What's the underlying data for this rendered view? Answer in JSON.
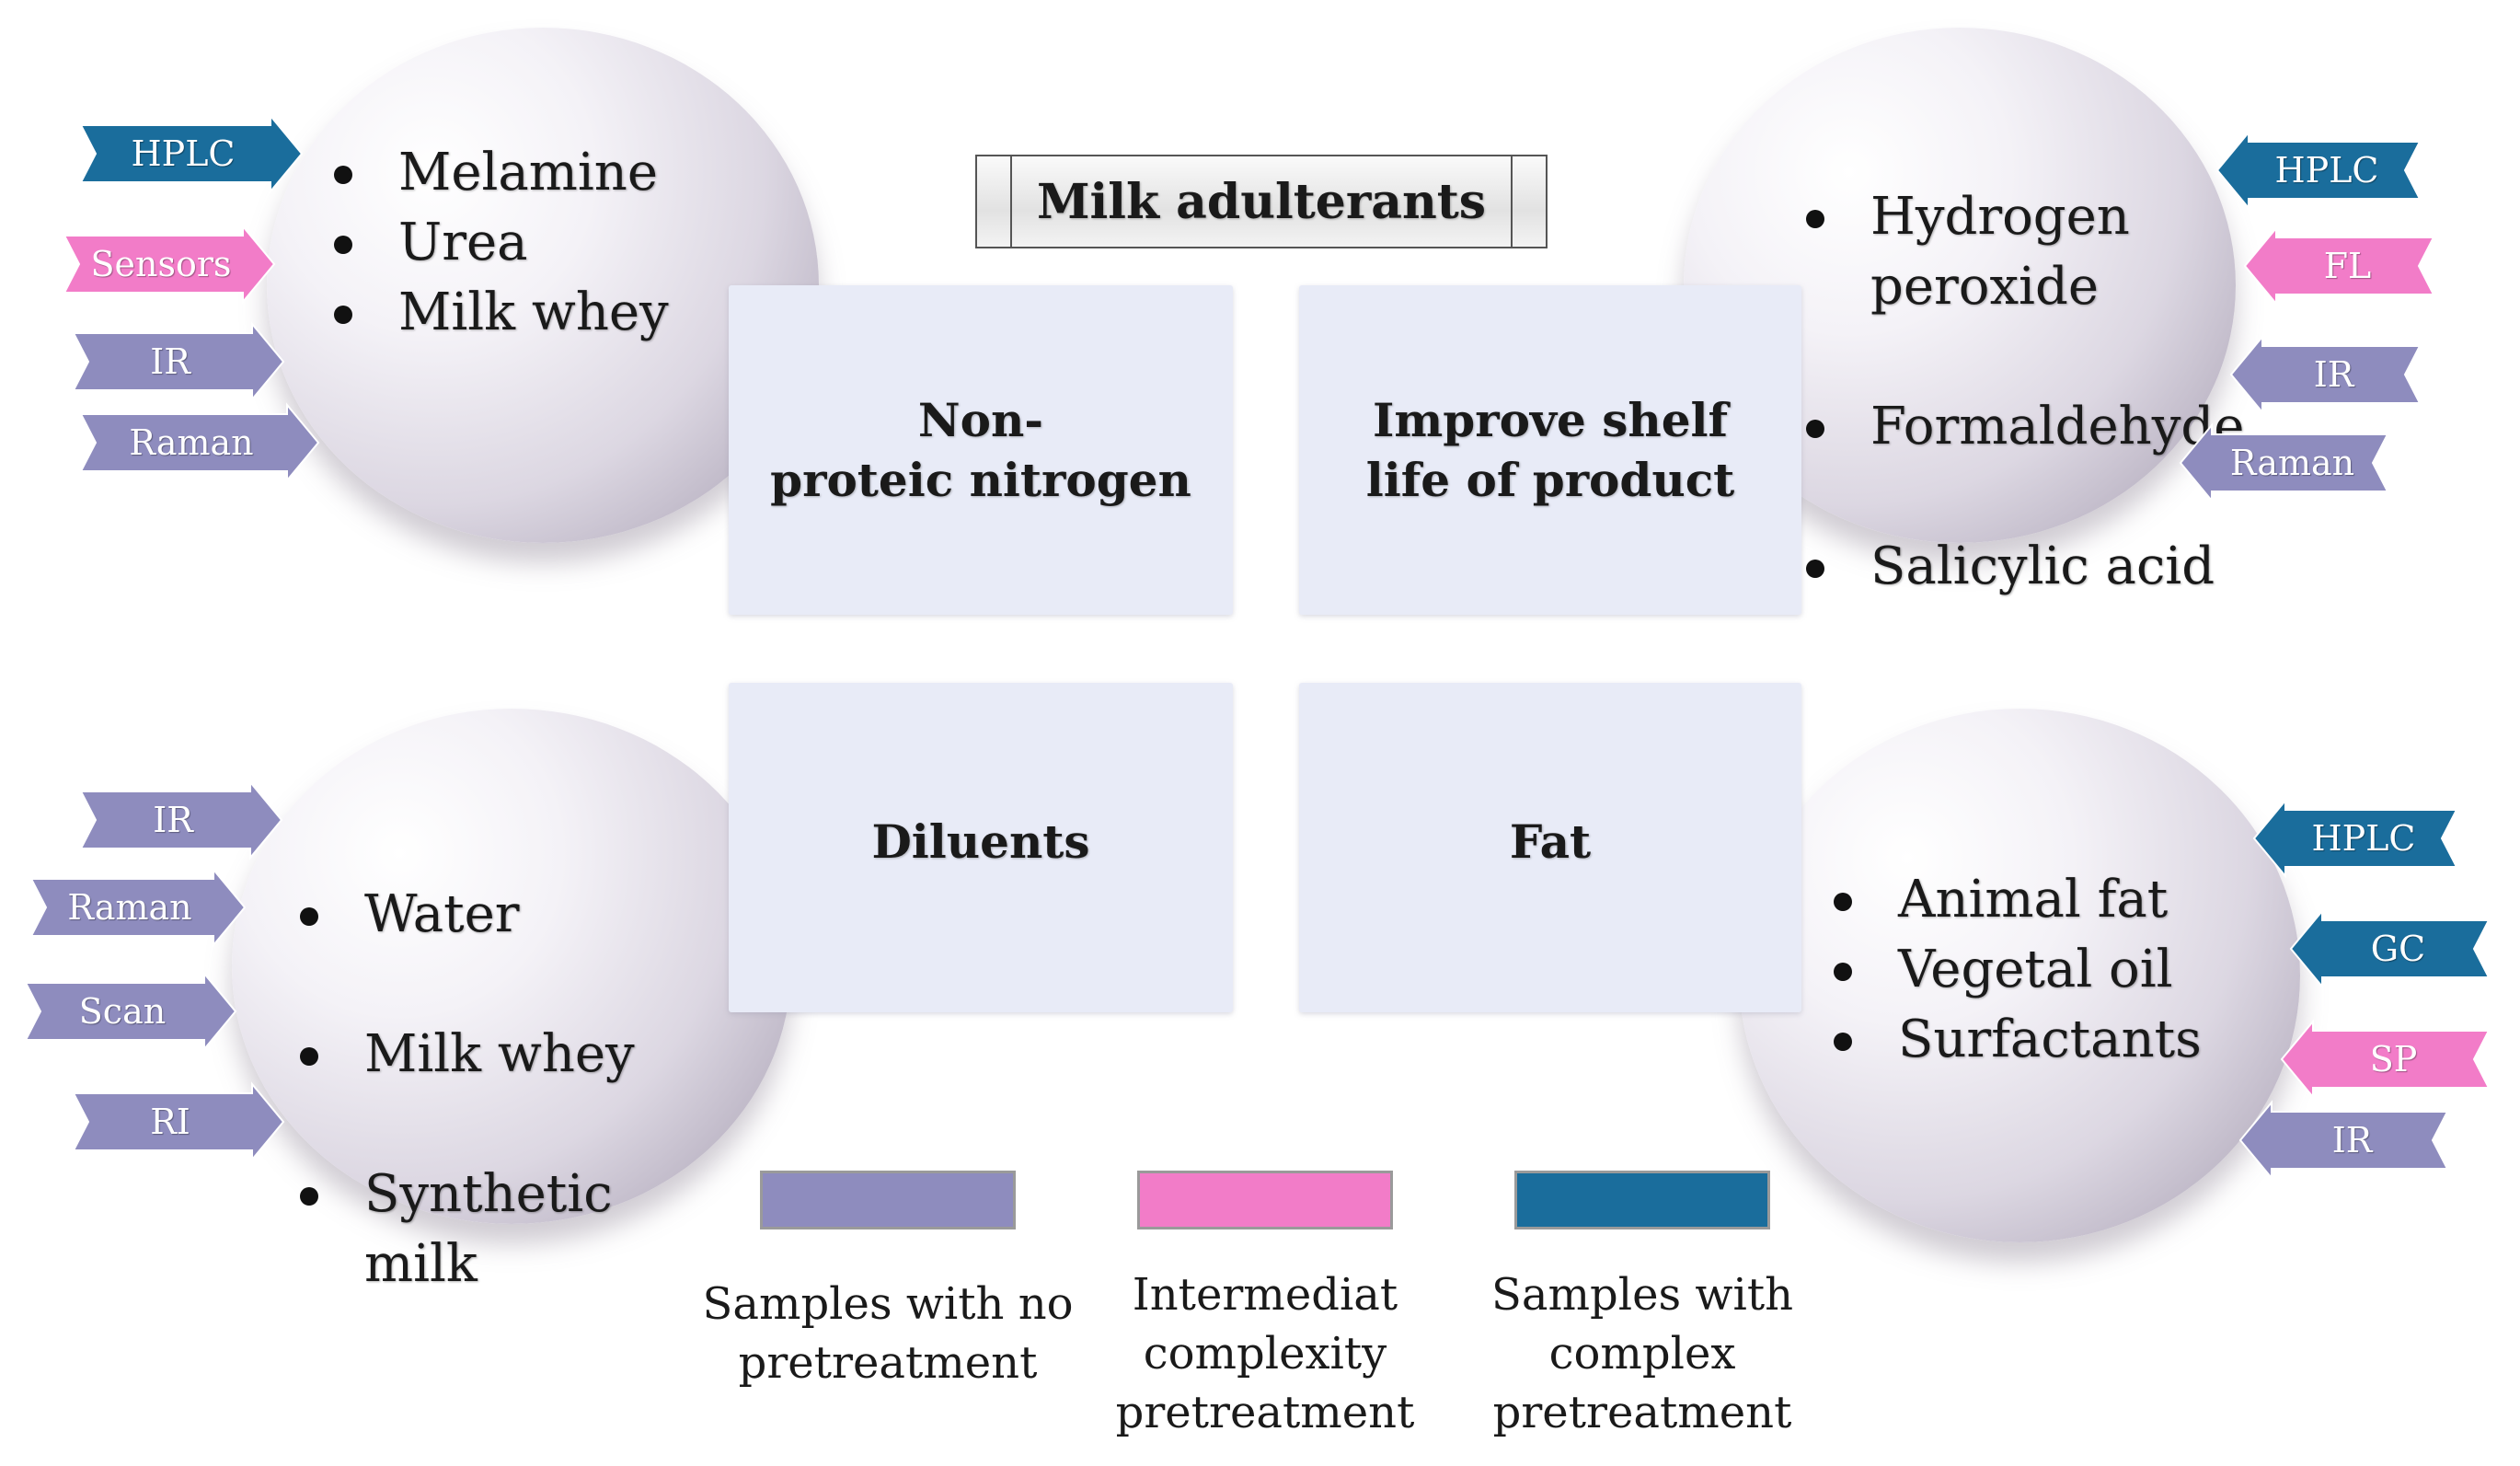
{
  "title": "Milk adulterants",
  "colors": {
    "no_pretreatment": "#8e8cbe",
    "intermediate": "#f27cc8",
    "complex": "#1a6d9c"
  },
  "categories": {
    "top_left": "Non-\nproteic nitrogen",
    "top_right": "Improve shelf\nlife of product",
    "bottom_left": "Diluents",
    "bottom_right": "Fat"
  },
  "lists": {
    "top_left": [
      "Melamine",
      "Urea",
      "Milk whey"
    ],
    "top_right": [
      "Hydrogen\nperoxide",
      "Formaldehyde",
      "Salicylic acid"
    ],
    "bottom_left": [
      "Water",
      "Milk whey",
      "Synthetic\nmilk"
    ],
    "bottom_right": [
      "Animal fat",
      "Vegetal oil",
      "Surfactants"
    ]
  },
  "techniques": {
    "top_left": [
      {
        "label": "HPLC",
        "type": "complex"
      },
      {
        "label": "Sensors",
        "type": "intermediate"
      },
      {
        "label": "IR",
        "type": "no_pretreatment"
      },
      {
        "label": "Raman",
        "type": "no_pretreatment"
      }
    ],
    "top_right": [
      {
        "label": "HPLC",
        "type": "complex"
      },
      {
        "label": "FL",
        "type": "intermediate"
      },
      {
        "label": "IR",
        "type": "no_pretreatment"
      },
      {
        "label": "Raman",
        "type": "no_pretreatment"
      }
    ],
    "bottom_left": [
      {
        "label": "IR",
        "type": "no_pretreatment"
      },
      {
        "label": "Raman",
        "type": "no_pretreatment"
      },
      {
        "label": "Scan",
        "type": "no_pretreatment"
      },
      {
        "label": "RI",
        "type": "no_pretreatment"
      }
    ],
    "bottom_right": [
      {
        "label": "HPLC",
        "type": "complex"
      },
      {
        "label": "GC",
        "type": "complex"
      },
      {
        "label": "SP",
        "type": "intermediate"
      },
      {
        "label": "IR",
        "type": "no_pretreatment"
      }
    ]
  },
  "legend": [
    {
      "label": "Samples with no\npretreatment",
      "type": "no_pretreatment"
    },
    {
      "label": "Intermediat\ncomplexity\npretreatment",
      "type": "intermediate"
    },
    {
      "label": "Samples with\ncomplex\npretreatment",
      "type": "complex"
    }
  ]
}
